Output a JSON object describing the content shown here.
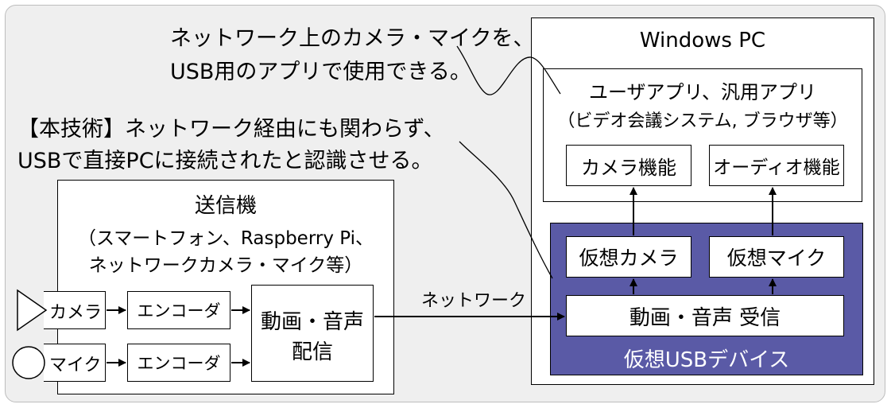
{
  "annotations": {
    "top_line1": "ネットワーク上のカメラ・マイクを、",
    "top_line2": "USB用のアプリで使用できる。",
    "tech_line1": "【本技術】ネットワーク経由にも関わらず、",
    "tech_line2": "USBで直接PCに接続されたと認識させる。"
  },
  "sender": {
    "title": "送信機",
    "subtitle1": "（スマートフォン、Raspberry Pi、",
    "subtitle2": "ネットワークカメラ・マイク等）",
    "camera": "カメラ",
    "mic": "マイク",
    "encoder1": "エンコーダ",
    "encoder2": "エンコーダ",
    "stream_line1": "動画・音声",
    "stream_line2": "配信"
  },
  "network_label": "ネットワーク",
  "pc": {
    "title": "Windows PC",
    "apps_line1": "ユーザアプリ、汎用アプリ",
    "apps_line2": "（ビデオ会議システム, ブラウザ等）",
    "camera_function": "カメラ機能",
    "audio_function": "オーディオ機能",
    "virtual_camera": "仮想カメラ",
    "virtual_mic": "仮想マイク",
    "receive": "動画・音声 受信",
    "virtual_usb": "仮想USBデバイス"
  },
  "colors": {
    "background_panel": "#efefef",
    "virtual_usb_fill": "#5a5aa6",
    "virtual_usb_text": "#ffffff"
  }
}
